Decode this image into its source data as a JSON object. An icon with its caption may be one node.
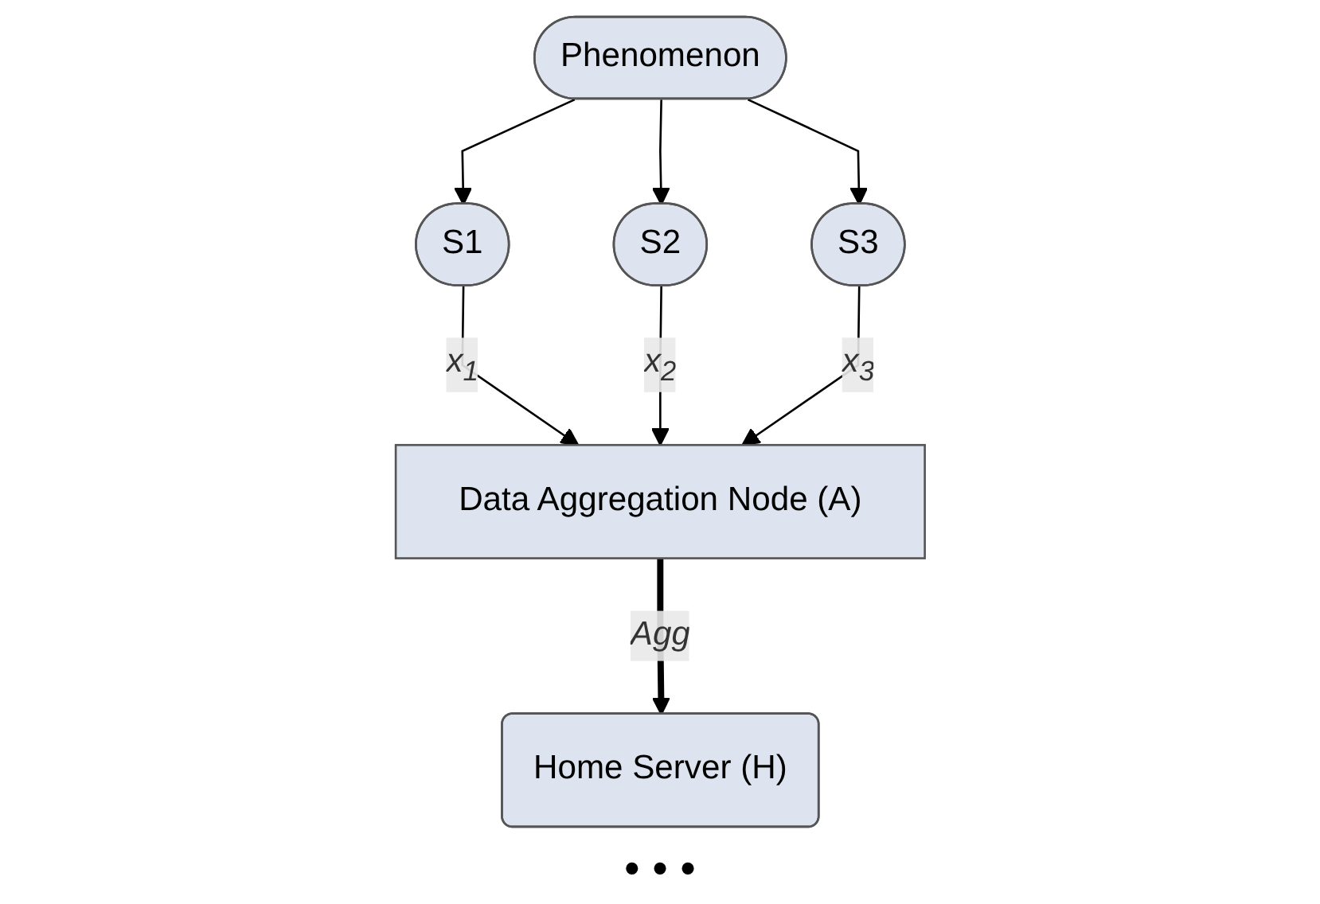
{
  "diagram": {
    "nodes": [
      {
        "text": [
          "Phenomenon"
        ]
      },
      {
        "text": [
          "S1"
        ]
      },
      {
        "text": [
          "S2"
        ]
      },
      {
        "text": [
          "S3"
        ]
      },
      {
        "text": [
          "Data Aggregation Node (A)"
        ]
      },
      {
        "text": [
          "Home Server (H)"
        ]
      }
    ],
    "edges": [
      {
        "from": 0,
        "to": 1,
        "arrow": "to"
      },
      {
        "from": 0,
        "to": 2,
        "arrow": "to"
      },
      {
        "from": 0,
        "to": 3,
        "arrow": "to"
      },
      {
        "from": 1,
        "to": 4,
        "arrow": "to",
        "label": "x$_{1}$"
      },
      {
        "from": 2,
        "to": 4,
        "arrow": "to",
        "label": "x$_{2}$"
      },
      {
        "from": 3,
        "to": 4,
        "arrow": "to",
        "label": "x$_{3}$"
      },
      {
        "from": 4,
        "to": 5,
        "arrow": "to",
        "label": "Agg",
        "style": "thick"
      }
    ],
    "labels": [
      "• • •"
    ]
  }
}
